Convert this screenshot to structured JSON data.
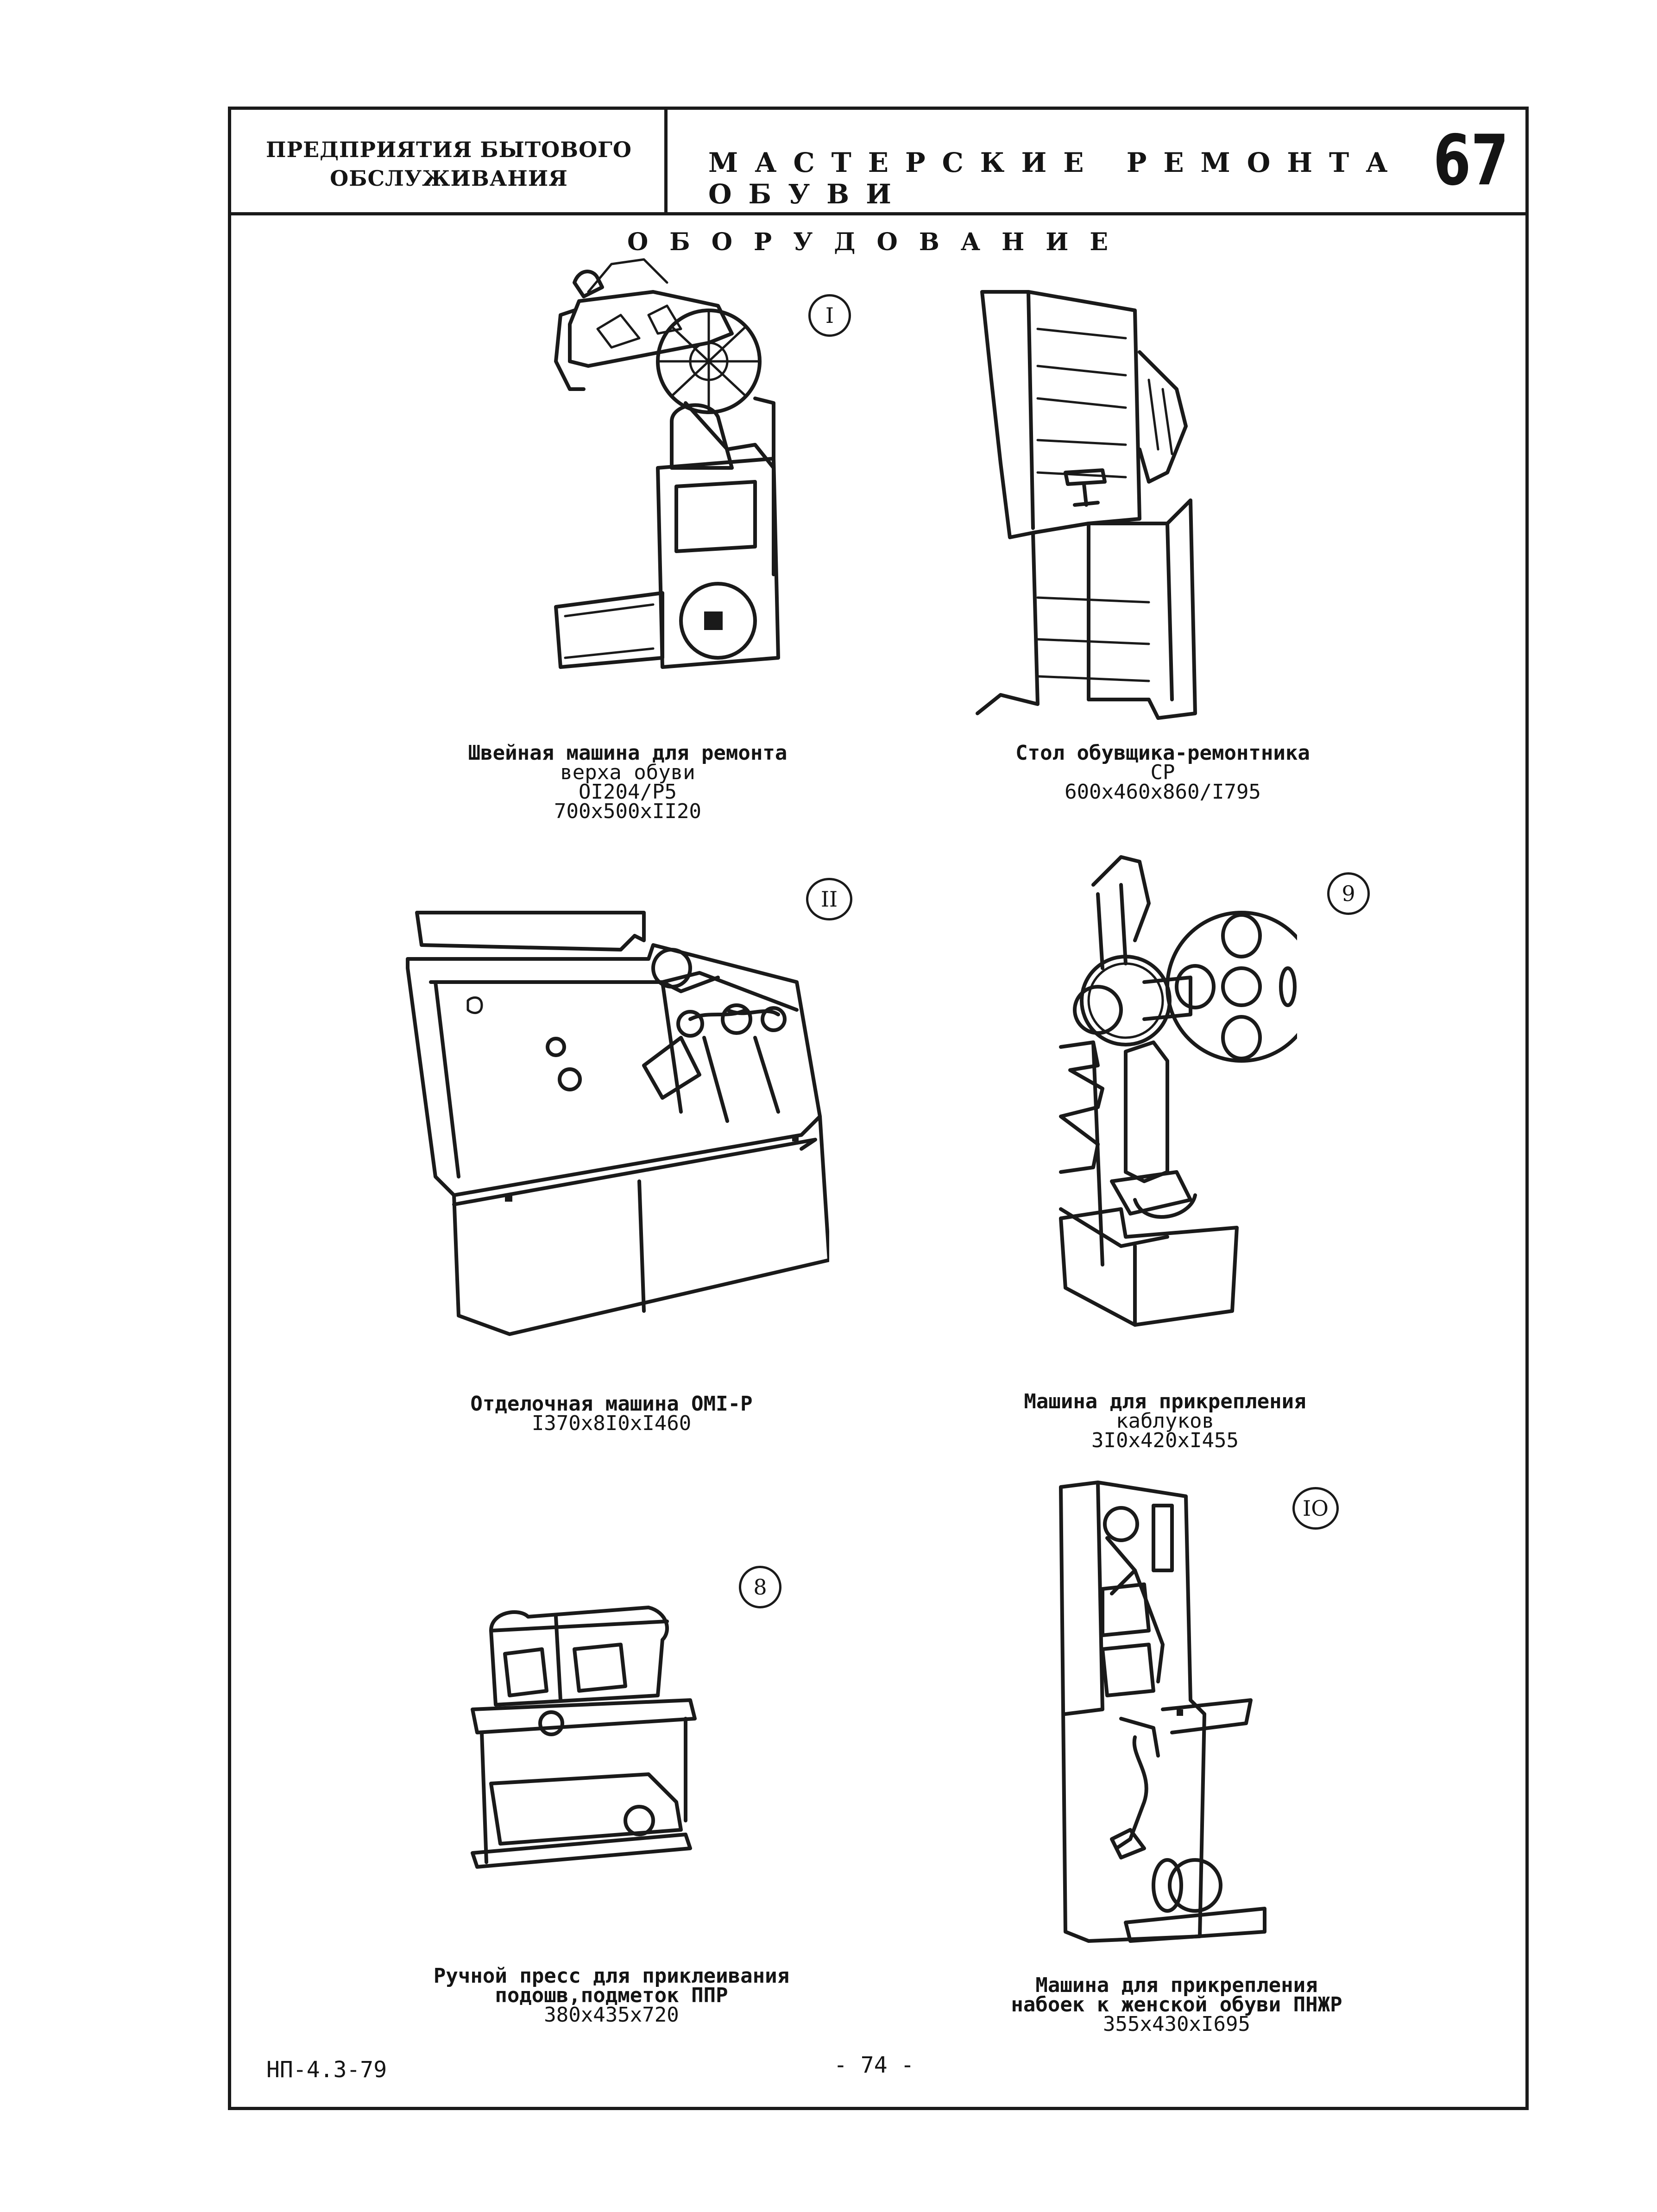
{
  "header": {
    "org_line1": "ПРЕДПРИЯТИЯ БЫТОВОГО",
    "org_line2": "ОБСЛУЖИВАНИЯ",
    "title": "МАСТЕРСКИЕ РЕМОНТА ОБУВИ",
    "page_number": "67"
  },
  "section_title": "ОБОРУДОВАНИЕ",
  "items": [
    {
      "badge": "I",
      "lines": [
        "Швейная машина для ремонта",
        "верха обуви",
        "OI204/P5",
        "700x500xII20"
      ]
    },
    {
      "badge": "",
      "lines": [
        "Стол обувщика-ремонтника",
        "CP",
        "600x460x860/I795"
      ]
    },
    {
      "badge": "II",
      "lines": [
        "Отделочная машина OMI-P",
        "I370x8I0xI460"
      ]
    },
    {
      "badge": "9",
      "lines": [
        "Машина для прикрепления",
        "каблуков",
        "3I0x420xI455"
      ]
    },
    {
      "badge": "8",
      "lines": [
        "Ручной пресс для приклеивания",
        "подошв,подметок ППР",
        "380x435x720"
      ]
    },
    {
      "badge": "IO",
      "lines": [
        "Машина для прикрепления",
        "набоек к женской обуви ПНЖР",
        "355x430xI695"
      ]
    }
  ],
  "footer": {
    "doc_code": "НП-4.3-79",
    "page_label": "- 74 -"
  },
  "icons": [
    "sewing-machine-illustration",
    "cobbler-table-illustration",
    "finishing-machine-illustration",
    "heel-attaching-machine-illustration",
    "hand-press-illustration",
    "heel-tip-machine-illustration"
  ]
}
